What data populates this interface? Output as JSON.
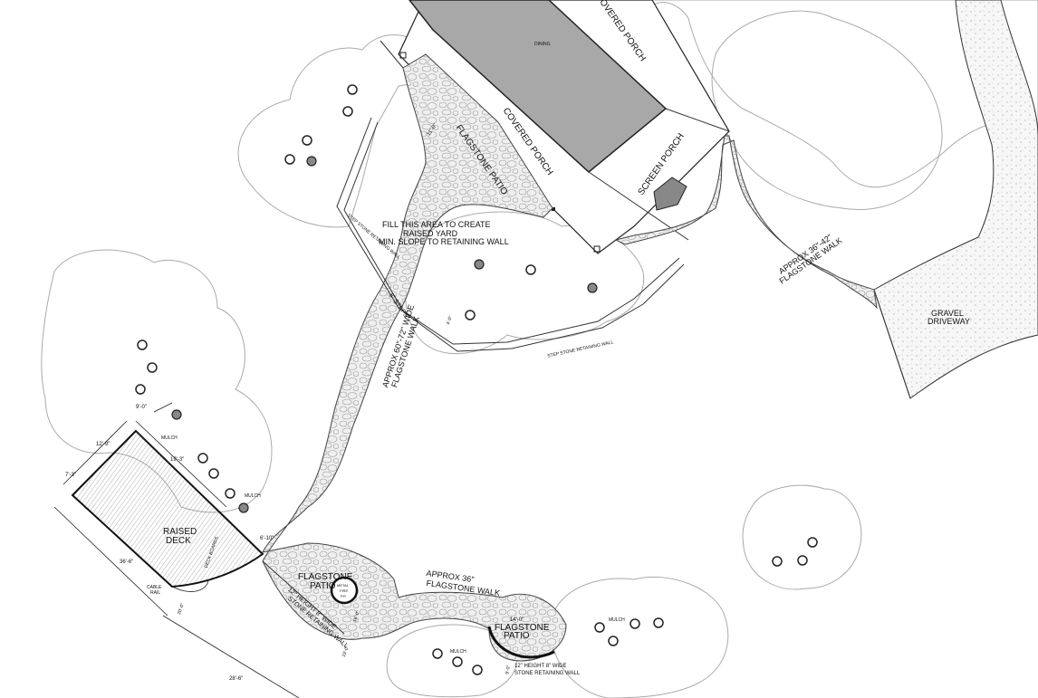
{
  "labels": {
    "covered_porch_top": "COVERED PORCH",
    "dining": "DINING",
    "covered_porch": "COVERED PORCH",
    "screen_porch": "SCREEN PORCH",
    "flagstone_patio_top": "FLAGSTONE PATIO",
    "dim_11_0": "11'-0\"",
    "fill_note": [
      "FILL THIS AREA TO CREATE",
      "RAISED YARD",
      "MIN. SLOPE TO RETAINING WALL"
    ],
    "step_stone_wall_left": "STEP STONE RETAINING WALL",
    "step_stone_wall_right": "STEP STONE RETAINING WALL",
    "steps": "8\" STEPS",
    "walk_36_42": [
      "APPROX 36\"-42\"",
      "FLAGSTONE WALK"
    ],
    "gravel_driveway": [
      "GRAVEL",
      "DRIVEWAY"
    ],
    "walk_60_72": [
      "APPROX 60\"-72\" WIDE",
      "FLAGSTONE WALK"
    ],
    "mulch_1": "MULCH",
    "mulch_2": "MULCH",
    "mulch_3": "MULCH",
    "mulch_4": "MULCH",
    "dim_9_0": "9'-0\"",
    "dim_12_9": "12'-9\"",
    "dim_19_3": "19'-3\"",
    "dim_7_3": "7'-3\"",
    "raised_deck": [
      "RAISED",
      "DECK"
    ],
    "deck_boards": "DECK BOARDS",
    "dim_36_6": "36'-6\"",
    "cable_rail": [
      "CABLE",
      "RAIL"
    ],
    "dim_20_0": "20'-0\"",
    "dim_28_6": "28'-6\"",
    "dim_6_10": "6'-10\"",
    "flagstone_patio_mid": [
      "FLAGSTONE",
      "PATIO"
    ],
    "fire_pit": [
      "METAL",
      "FIRE",
      "PIT"
    ],
    "wall_12_8_left": [
      "12\" HEIGHT 8\" WIDE",
      "STONE RETAINING WALL"
    ],
    "dim_16_0": "16'-0\"",
    "dim_19_0": "19'-0\"",
    "walk_36": [
      "APPROX 36\"",
      "FLAGSTONE WALK"
    ],
    "dim_14_0": "14'-0\"",
    "flagstone_patio_small": [
      "FLAGSTONE",
      "PATIO"
    ],
    "wall_12_8_right": [
      "12\" HEIGHT 8\" WIDE",
      "STONE RETAINING WALL"
    ],
    "dim_9_0b": "9'-0\"",
    "dim_4_0": "4'-0\""
  },
  "colors": {
    "house_fill": "#a8a8a8",
    "stone_fill": "#eeeeee",
    "deck_fill": "#d9d9d9",
    "shrub_filled": "#888888"
  }
}
